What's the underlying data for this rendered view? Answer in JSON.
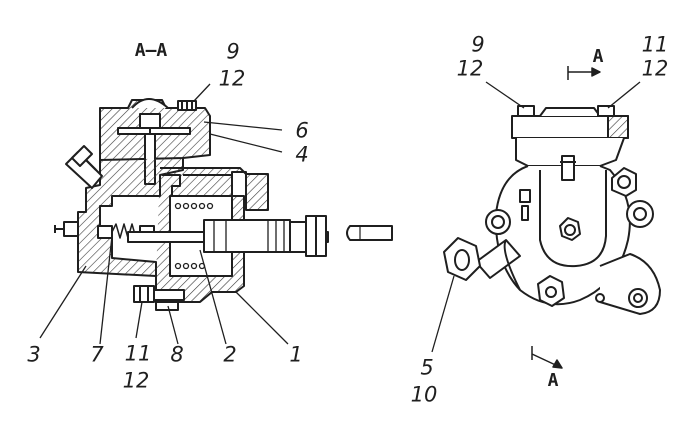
{
  "section_title": "А–А",
  "left_view": {
    "callouts": {
      "c1": "1",
      "c2": "2",
      "c3": "3",
      "c4": "4",
      "c6": "6",
      "c7": "7",
      "c8": "8",
      "c9": "9",
      "c11": "11",
      "c12_top": "12",
      "c12_bottom": "12"
    }
  },
  "right_view": {
    "callouts": {
      "c5": "5",
      "c10": "10",
      "c9": "9",
      "c12_left": "12",
      "c11": "11",
      "c12_right": "12"
    },
    "section_arrow_top": "А",
    "section_arrow_bottom": "А"
  },
  "colors": {
    "ink": "#1f1f1f",
    "hatch": "#3a3a3a",
    "paper": "#ffffff"
  }
}
